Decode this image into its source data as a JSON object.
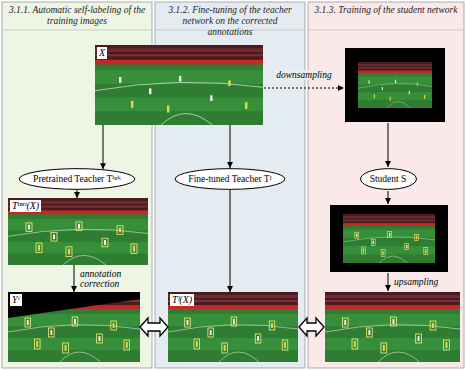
{
  "diagram": {
    "nodes": [
      {
        "text": [
          "3.1.1. Automatic self-labeling of the training images"
        ]
      },
      {
        "text": [
          "3.1.2. Fine-tuning of the teacher network on the corrected annotations"
        ]
      },
      {
        "text": [
          "3.1.3. Training of the student network"
        ]
      },
      {
        "text": [
          "X"
        ]
      },
      {
        "text": [
          "Pretrained Teacher Tⁱⁿⁱᵗ"
        ],
        "in": 0
      },
      {
        "text": [
          "Tⁱⁿⁱᵗ(X)"
        ],
        "in": 0
      },
      {
        "text": [
          "Yᶜ"
        ],
        "in": 0
      },
      {
        "text": [
          "Fine-tuned Teacher Tᶠ"
        ],
        "in": 1
      },
      {
        "text": [
          "Tᶠ(X)"
        ],
        "in": 1
      },
      {
        "text": [
          "Student S"
        ],
        "in": 2
      }
    ],
    "edges": [
      {
        "from": 3,
        "to": 4,
        "arrow": "to"
      },
      {
        "from": 3,
        "to": 7,
        "arrow": "to"
      },
      {
        "from": 4,
        "to": 5,
        "arrow": "to"
      },
      {
        "from": 5,
        "to": 6,
        "arrow": "to",
        "label": "annotation correction"
      },
      {
        "from": 7,
        "to": 8,
        "arrow": "to"
      },
      {
        "from": 6,
        "to": 8,
        "arrow": "both"
      }
    ],
    "labels": [
      "downsampling",
      "upsampling"
    ]
  }
}
